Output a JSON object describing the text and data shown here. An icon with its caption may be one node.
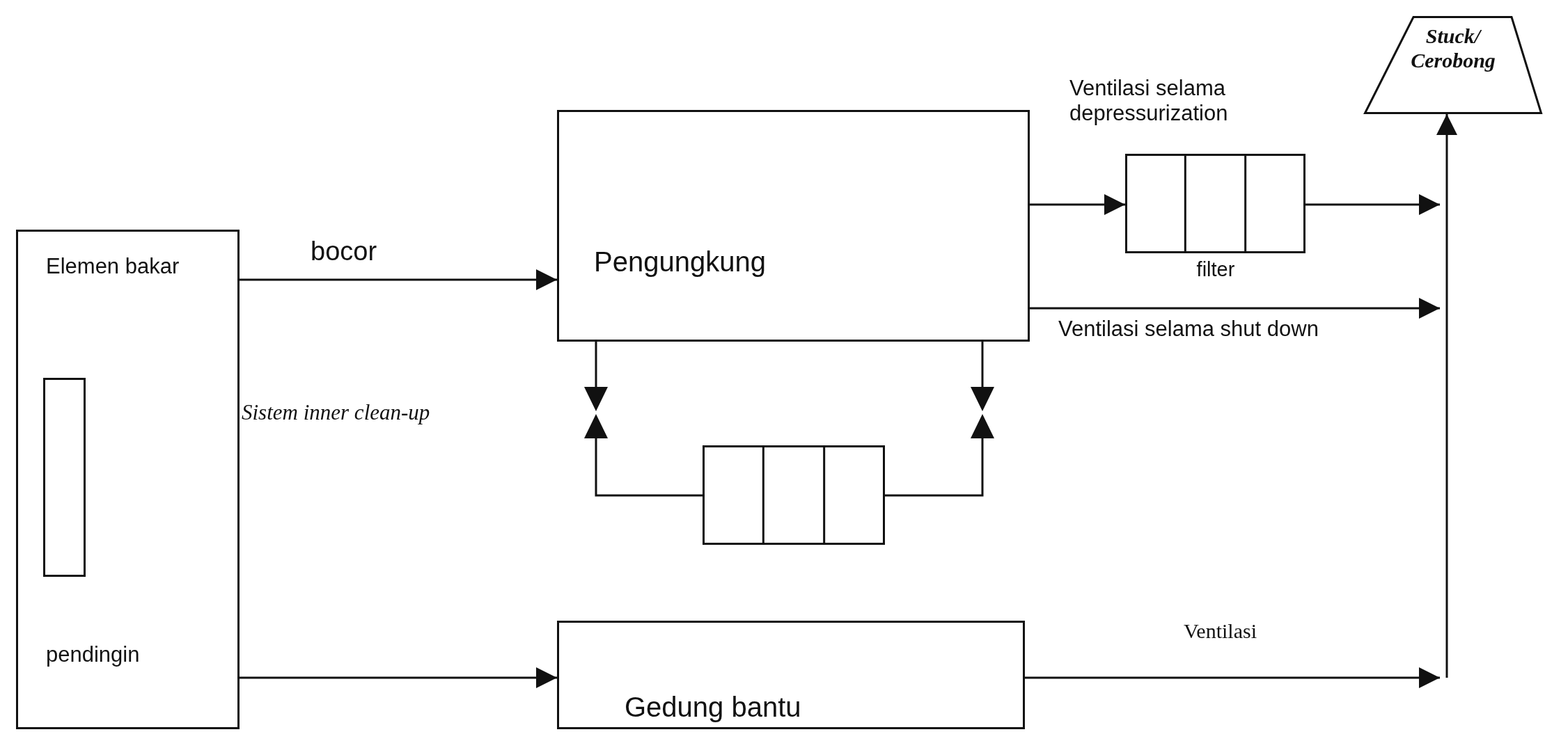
{
  "diagram": {
    "nodes": [
      {
        "text": [
          "Elemen bakar",
          "pendingin"
        ]
      },
      {
        "text": [],
        "shape": "bar",
        "in": 0
      },
      {
        "text": [
          "Pengungkung"
        ]
      },
      {
        "text": [],
        "shape": "box",
        "beside": [
          "Ventilasi selama depressurization",
          "filter"
        ]
      },
      {
        "text": [
          "Stuck/ Cerobong"
        ]
      },
      {
        "text": [],
        "shape": "valve"
      },
      {
        "text": [],
        "shape": "valve"
      },
      {
        "text": [],
        "shape": "box"
      },
      {
        "text": [
          "Gedung bantu"
        ]
      }
    ],
    "edges": [
      {
        "from": 0,
        "to": 2,
        "arrow": "to",
        "label": "bocor"
      },
      {
        "from": 2,
        "to": 3,
        "arrow": "to"
      },
      {
        "from": 3,
        "to": 4,
        "arrow": "to"
      },
      {
        "from": 2,
        "to": 4,
        "arrow": "to",
        "label": "Ventilasi selama shut down"
      },
      {
        "from": 0,
        "to": 8,
        "arrow": "to"
      },
      {
        "from": 8,
        "to": 4,
        "arrow": "to",
        "label": "Ventilasi"
      },
      {
        "from": 2,
        "to": 5,
        "arrow": "none"
      },
      {
        "from": 7,
        "to": 5,
        "arrow": "none"
      },
      {
        "from": 2,
        "to": 6,
        "arrow": "none"
      },
      {
        "from": 7,
        "to": 6,
        "arrow": "none"
      }
    ],
    "labels": [
      "Sistem inner clean-up"
    ]
  }
}
